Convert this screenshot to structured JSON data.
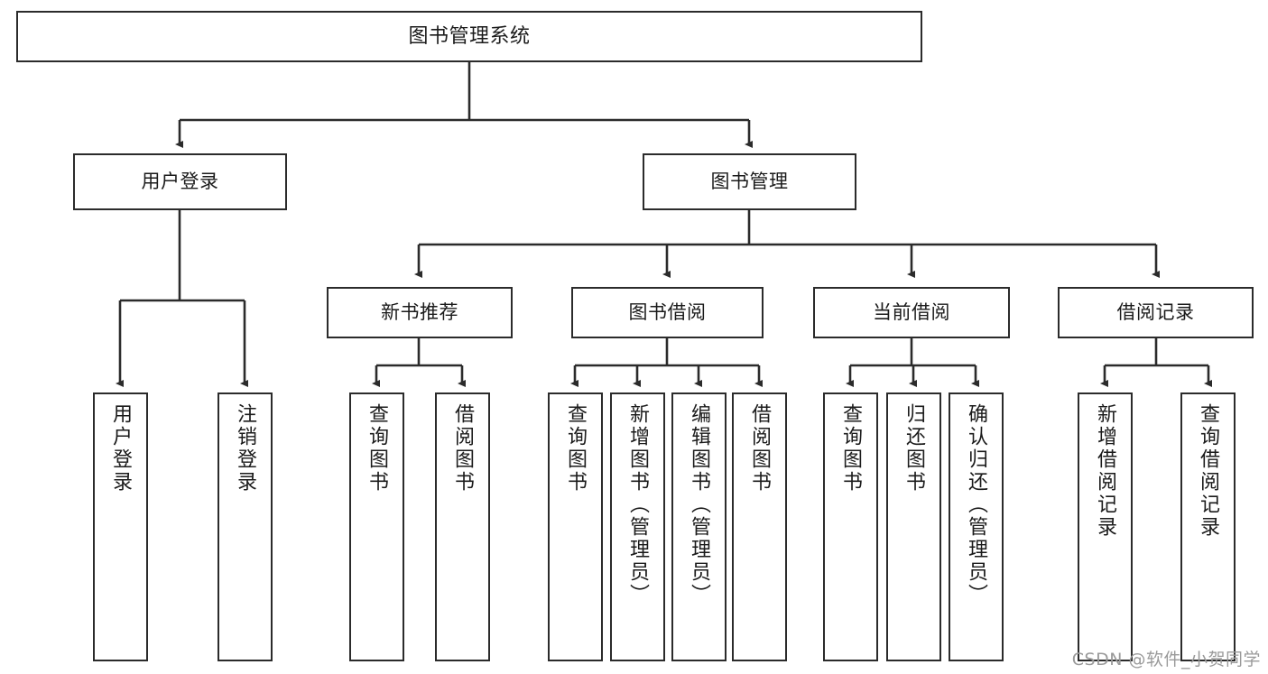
{
  "diagram": {
    "type": "tree-hierarchy",
    "title": "图书管理系统",
    "colors": {
      "box_border": "#2b2b2b",
      "box_fill": "#ffffff",
      "edge": "#2b2b2b",
      "text": "#1b1b1b",
      "watermark": "#9a9a9a"
    },
    "nodes": {
      "root": {
        "label": "图书管理系统",
        "level": 1
      },
      "level2": [
        {
          "id": "user-login",
          "label": "用户登录"
        },
        {
          "id": "book-management",
          "label": "图书管理"
        }
      ],
      "level3": [
        {
          "id": "new-book-recommend",
          "label": "新书推荐"
        },
        {
          "id": "book-borrow",
          "label": "图书借阅"
        },
        {
          "id": "current-borrow",
          "label": "当前借阅"
        },
        {
          "id": "borrow-record",
          "label": "借阅记录"
        }
      ],
      "leaves": [
        {
          "id": "leaf-user-login",
          "label": "用户登录",
          "parent": "user-login"
        },
        {
          "id": "leaf-logout-login",
          "label": "注销登录",
          "parent": "user-login"
        },
        {
          "id": "leaf-query-book-1",
          "label": "查询图书",
          "parent": "new-book-recommend"
        },
        {
          "id": "leaf-borrow-book-1",
          "label": "借阅图书",
          "parent": "new-book-recommend"
        },
        {
          "id": "leaf-query-book-2",
          "label": "查询图书",
          "parent": "book-borrow"
        },
        {
          "id": "leaf-add-book",
          "label": "新增图书（管理员）",
          "parent": "book-borrow"
        },
        {
          "id": "leaf-edit-book",
          "label": "编辑图书（管理员）",
          "parent": "book-borrow"
        },
        {
          "id": "leaf-borrow-book-2",
          "label": "借阅图书",
          "parent": "book-borrow"
        },
        {
          "id": "leaf-query-book-3",
          "label": "查询图书",
          "parent": "current-borrow"
        },
        {
          "id": "leaf-return-book",
          "label": "归还图书",
          "parent": "current-borrow"
        },
        {
          "id": "leaf-confirm-return",
          "label": "确认归还（管理员）",
          "parent": "current-borrow"
        },
        {
          "id": "leaf-add-borrow-record",
          "label": "新增借阅记录",
          "parent": "borrow-record"
        },
        {
          "id": "leaf-query-borrow-record",
          "label": "查询借阅记录",
          "parent": "borrow-record"
        }
      ]
    },
    "watermark": "CSDN @软件_小贺同学"
  }
}
